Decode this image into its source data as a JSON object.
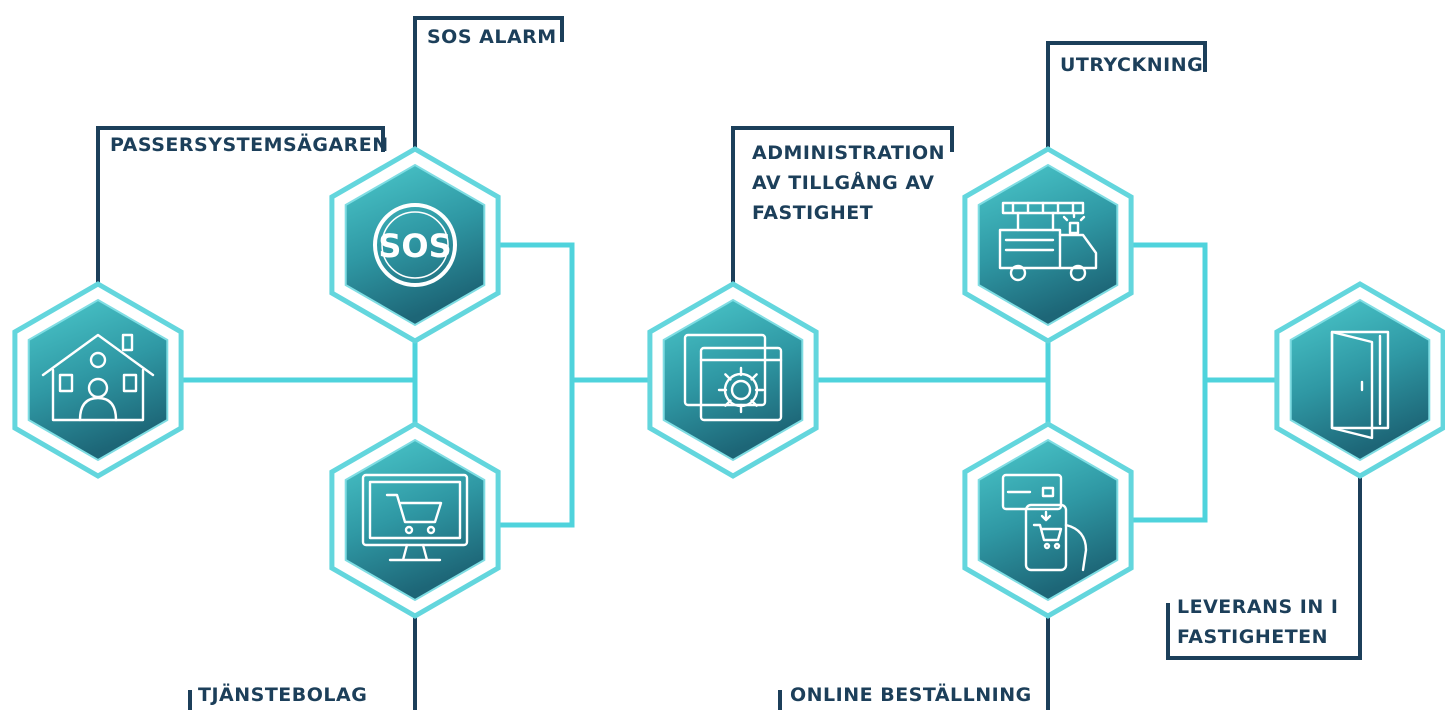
{
  "colors": {
    "connector": "#4fd3dc",
    "callout_line": "#1c3f5a",
    "label_text": "#1c3f5a",
    "hex_outer_stroke": "#63d6dd",
    "hex_gradient_top": "#44c3c7",
    "hex_gradient_bottom": "#1f6f80",
    "icon_stroke": "#ffffff"
  },
  "nodes": [
    {
      "id": "owner",
      "icon": "house-person-icon",
      "label": [
        "PASSERSYSTEMSÄGAREN"
      ]
    },
    {
      "id": "sos",
      "icon": "sos-icon",
      "label": [
        "SOS ALARM"
      ]
    },
    {
      "id": "service",
      "icon": "monitor-cart-icon",
      "label": [
        "TJÄNSTEBOLAG"
      ]
    },
    {
      "id": "admin",
      "icon": "settings-window-icon",
      "label": [
        "ADMINISTRATION",
        "AV TILLGÅNG AV",
        "FASTIGHET"
      ]
    },
    {
      "id": "emergency",
      "icon": "fire-truck-icon",
      "label": [
        "UTRYCKNING"
      ]
    },
    {
      "id": "online",
      "icon": "phone-payment-icon",
      "label": [
        "ONLINE BESTÄLLNING"
      ]
    },
    {
      "id": "delivery",
      "icon": "door-icon",
      "label": [
        "LEVERANS IN I",
        "FASTIGHETEN"
      ]
    }
  ]
}
